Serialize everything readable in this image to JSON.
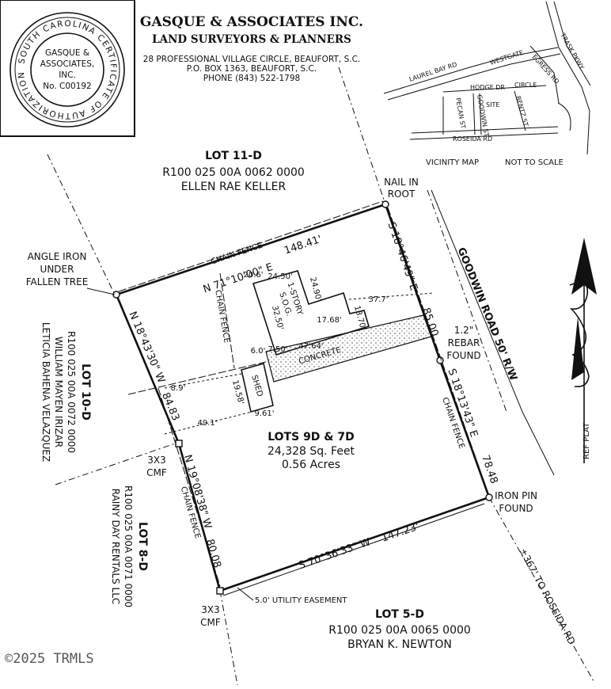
{
  "seal": {
    "ring_text": "SOUTH CAROLINA CERTIFICATE OF AUTHORIZATION",
    "line1": "GASQUE &",
    "line2": "ASSOCIATES,",
    "line3": "INC.",
    "line4": "No. C00192"
  },
  "header": {
    "company": "GASQUE & ASSOCIATES INC.",
    "subtitle": "LAND SURVEYORS & PLANNERS",
    "address1": "28 PROFESSIONAL VILLAGE CIRCLE, BEAUFORT, S.C.",
    "address2": "P.O. BOX 1363, BEAUFORT, S.C.",
    "phone": "PHONE (843) 522-1798"
  },
  "vicinity": {
    "roads": {
      "laurel_bay": "LAUREL BAY RD",
      "westgate": "WESTGATE",
      "egress": "EGRESS RD",
      "trask": "TRASK PKWY",
      "hodge": "HODGE DR",
      "circle": "CIRCLE",
      "pecan": "PECAN ST",
      "goodwin": "GOODWIN ST",
      "bentz": "BENTZ ST",
      "roseida": "ROSEIDA RD",
      "site": "SITE"
    },
    "caption": "VICINITY MAP",
    "scale_note": "NOT TO SCALE"
  },
  "lots": {
    "lot_11d": {
      "name": "LOT 11-D",
      "parcel": "R100 025 00A 0062 0000",
      "owner": "ELLEN RAE KELLER"
    },
    "lot_10d": {
      "name": "LOT 10-D",
      "parcel": "R100 025 00A 0072 0000",
      "owner1": "WILLIAM MAYEN IRIZAR",
      "owner2": "LETICIA BAHENA VELAZQUEZ"
    },
    "lot_8d": {
      "name": "LOT 8-D",
      "parcel": "R100 025 00A 0071 0000",
      "owner": "RAINY DAY RENTALS LLC"
    },
    "lot_5d": {
      "name": "LOT 5-D",
      "parcel": "R100 025 00A 0065 0000",
      "owner": "BRYAN K. NEWTON"
    },
    "subject": {
      "name": "LOTS 9D & 7D",
      "area_sqft": "24,328 Sq. Feet",
      "area_acres": "0.56 Acres"
    }
  },
  "monuments": {
    "nail_root_1": "NAIL IN",
    "nail_root_2": "ROOT",
    "angle_iron_1": "ANGLE IRON",
    "angle_iron_2": "UNDER",
    "angle_iron_3": "FALLEN TREE",
    "rebar_1": "1.2\"",
    "rebar_2": "REBAR",
    "rebar_3": "FOUND",
    "iron_pin_1": "IRON PIN",
    "iron_pin_2": "FOUND",
    "cmf_top_1": "3X3",
    "cmf_top_2": "CMF",
    "cmf_bot_1": "3X3",
    "cmf_bot_2": "CMF"
  },
  "bearings": {
    "north_line": "N 71°10'00\" E",
    "north_dist": "148.41'",
    "east_upper": "S 18°46'49\" E",
    "east_upper_dist": "85.00",
    "east_lower": "S 18°13'43\" E",
    "east_lower_dist": "78.48",
    "south_line": "S 70°36'33\" W",
    "south_dist": "147.23'",
    "west_upper": "N 18°43'30\" W",
    "west_upper_dist": "84.83",
    "west_lower": "N 19°08'38\" W",
    "west_lower_dist": "80.08"
  },
  "improvements": {
    "chain_fence": "CHAIN FENCE",
    "house_1": "1-STORY",
    "house_2": "S.O.G.",
    "concrete": "CONCRETE",
    "shed": "SHED",
    "utility_easement": "5.0' UTILITY EASEMENT"
  },
  "dims": {
    "d_20_6": "20.6'",
    "d_24_50": "24.50'",
    "d_24_90": "24.90'",
    "d_32_50": "32.50'",
    "d_17_68": "17.68'",
    "d_13_70": "13.70'",
    "d_37_7": "37.7'",
    "d_6_0": "6.0'",
    "d_7_50": "7.50'",
    "d_47_64": "47.64'",
    "d_8_9": "8.9'",
    "d_19_58": "19.58'",
    "d_49_1": "49.1'",
    "d_9_61": "9.61'"
  },
  "roads": {
    "goodwin_row": "GOODWIN ROAD 50' R/W",
    "roseida_tie": "±367' TO ROSEIDA RD",
    "ref_plat": "REF PLAT"
  },
  "footer": {
    "copyright": "©2025 TRMLS"
  }
}
